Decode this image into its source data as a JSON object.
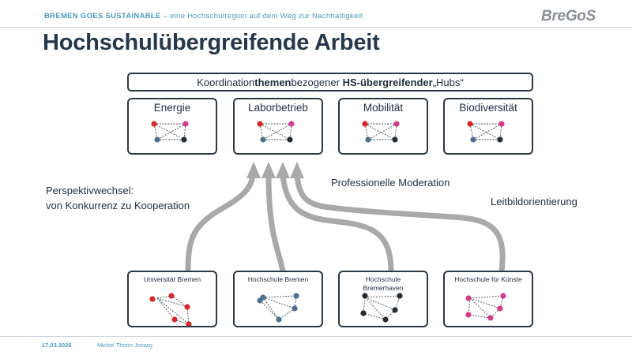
{
  "header": {
    "project_bold": "BREMEN GOES SUSTAINABLE",
    "project_rest": " – eine Hochschulregion auf dem Weg zur Nachhaltigkeit.",
    "logo": "BreGoS"
  },
  "title": "Hochschulübergreifende Arbeit",
  "coordination": {
    "part1": "Koordination ",
    "part2": "themen",
    "part3": "bezogener ",
    "part4": "HS-übergreifender",
    "part5": " „Hubs“"
  },
  "hubs": [
    {
      "label": "Energie"
    },
    {
      "label": "Laborbetrieb"
    },
    {
      "label": "Mobilität"
    },
    {
      "label": "Biodiversität"
    }
  ],
  "universities": [
    {
      "label": "Universität Bremen",
      "color": "#d62828"
    },
    {
      "label": "Hochschule Bremen",
      "color": "#4f6f8f"
    },
    {
      "label": "Hochschule\nBremerhaven",
      "color": "#232b33"
    },
    {
      "label": "Hochschule für Künste",
      "color": "#d63a8a"
    }
  ],
  "notes": {
    "perspective_line1": "Perspektivwechsel:",
    "perspective_line2": "von Konkurrenz zu Kooperation",
    "moderation": "Professionelle Moderation",
    "leitbild": "Leitbildorientierung"
  },
  "colors": {
    "red": "#d62828",
    "pink": "#d63a8a",
    "blue": "#4f6f8f",
    "dark": "#232b33",
    "arrow": "#a9a9a9"
  },
  "footer": {
    "date": "17.03.2026",
    "author": "Michel Thorin Joswig"
  }
}
